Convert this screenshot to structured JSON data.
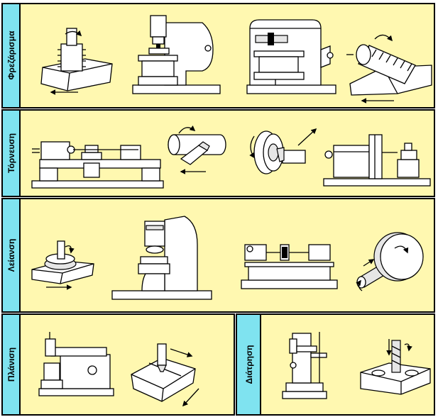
{
  "colors": {
    "panel_bg": "#fff8b0",
    "label_bar": "#7fe3f0",
    "border": "#000000",
    "machine_fill": "#ffffff",
    "shade": "#e6e6e6"
  },
  "sections": [
    {
      "id": "milling",
      "label": "Φρεζάρισμα",
      "icons": [
        "gear-hob-workpiece-icon",
        "vertical-milling-machine-icon",
        "horizontal-milling-machine-icon",
        "spline-shaft-milling-icon"
      ]
    },
    {
      "id": "turning",
      "label": "Τόρνευση",
      "icons": [
        "lathe-icon",
        "cylinder-turning-tool-icon",
        "face-turning-disc-icon",
        "facing-lathe-icon"
      ]
    },
    {
      "id": "grinding",
      "label": "Λείανση",
      "icons": [
        "surface-grinding-wheel-icon",
        "surface-grinder-machine-icon",
        "cylindrical-grinder-icon",
        "cylindrical-grinding-wheel-icon"
      ]
    },
    {
      "id": "planing",
      "label": "Πλάνιση",
      "icons": [
        "shaping-machine-icon",
        "planing-tool-block-icon"
      ]
    },
    {
      "id": "drilling",
      "label": "Διάτρηση",
      "icons": [
        "drill-press-icon",
        "drill-bit-plate-icon"
      ]
    }
  ]
}
